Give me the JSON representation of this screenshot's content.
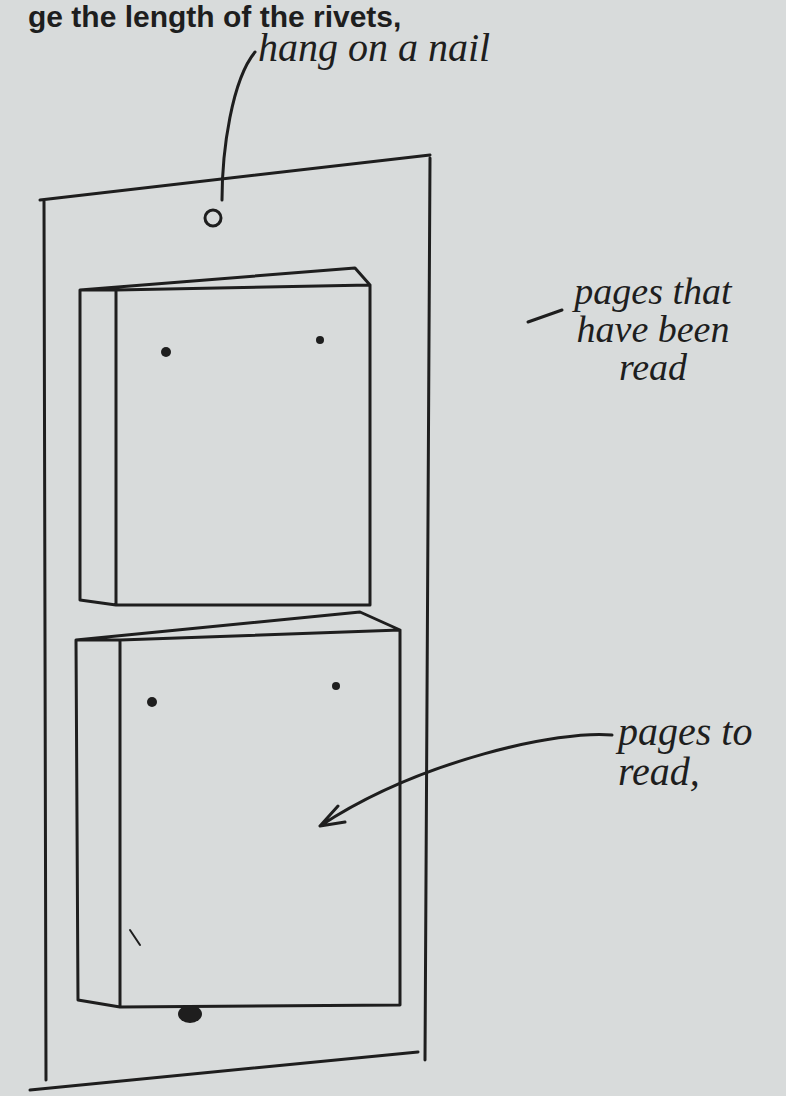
{
  "diagram": {
    "labels": [
      "ge the length of the rivets,",
      "hang on a nail",
      "pages that have been read",
      "pages to read,"
    ]
  }
}
